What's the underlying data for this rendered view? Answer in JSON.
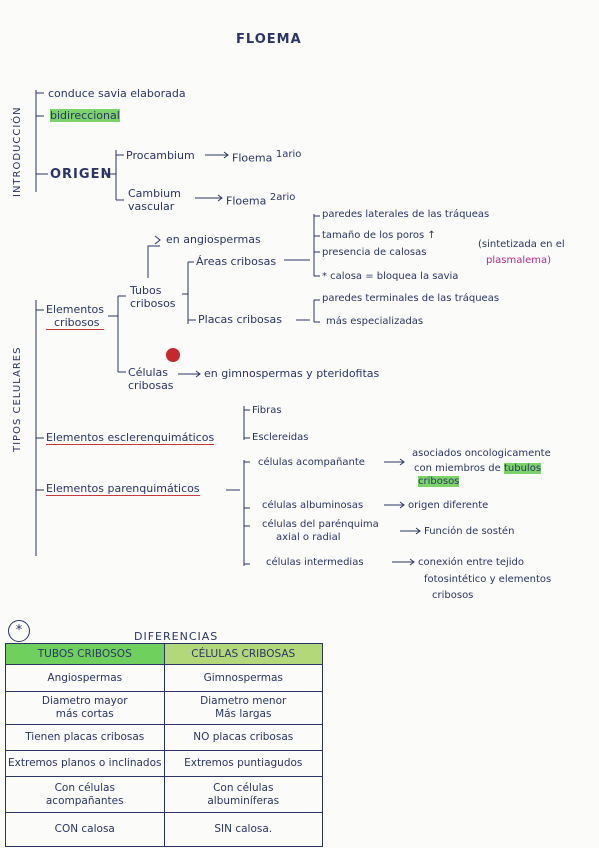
{
  "title": "FLOEMA",
  "side_labels": {
    "intro": "INTRODUCCIÓN",
    "tipos": "TIPOS CELULARES"
  },
  "intro": {
    "conduce": "conduce savia elaborada",
    "bidireccional": "bidireccional",
    "origen": "ORIGEN",
    "procambium": "Procambium",
    "floema1": "Floema",
    "sup1": "1ario",
    "cambium1": "Cambium",
    "cambium2": "vascular",
    "floema2": "Floema",
    "sup2": "2ario"
  },
  "cribosos": {
    "elem1": "Elementos",
    "elem2": "cribosos",
    "tubos1": "Tubos",
    "tubos2": "cribosos",
    "angios": "en angiospermas",
    "areas": "Áreas cribosas",
    "placas": "Placas cribosas",
    "areas_items": [
      "paredes laterales de las tráqueas",
      "tamaño de los poros ↑",
      "presencia de calosas",
      "* calosa = bloquea la savia"
    ],
    "sintetizada1": "(sintetizada en el",
    "sintetizada2": "plasmalema)",
    "placas_items": [
      "paredes terminales de las tráqueas",
      "más especializadas"
    ],
    "celulas1": "Células",
    "celulas2": "cribosas",
    "gimno": "en gimnospermas y pteridofitas"
  },
  "escler": {
    "label": "Elementos esclerenquimáticos",
    "fibras": "Fibras",
    "escler": "Esclereidas"
  },
  "paren": {
    "label": "Elementos parenquimáticos",
    "acomp": "células acompañante",
    "acomp_r1": "asociados oncologicamente",
    "acomp_r2a": "con miembros de",
    "acomp_r2b": "tubulos",
    "acomp_r3": "cribosos",
    "albu": "células albuminosas",
    "albu_r": "origen diferente",
    "axial1": "células del parénquima",
    "axial2": "axial o radial",
    "axial_r": "Función de sostén",
    "inter": "células intermedias",
    "inter_r1": "conexión entre tejido",
    "inter_r2": "fotosintético y elementos",
    "inter_r3": "cribosos"
  },
  "diferencias": {
    "star": "*",
    "title": "DIFERENCIAS",
    "headers": [
      "TUBOS CRIBOSOS",
      "CÉLULAS CRIBOSAS"
    ],
    "sub": [
      "Angiospermas",
      "Gimnospermas"
    ],
    "rows": [
      [
        [
          "Diametro mayor",
          "más cortas"
        ],
        [
          "Diametro menor",
          "Más largas"
        ]
      ],
      [
        [
          "Tienen placas cribosas"
        ],
        [
          "NO placas cribosas"
        ]
      ],
      [
        [
          "Extremos planos o inclinados"
        ],
        [
          "Extremos puntiagudos"
        ]
      ],
      [
        [
          "Con células",
          "acompañantes"
        ],
        [
          "Con células",
          "albuminíferas"
        ]
      ],
      [
        [
          "CON calosa"
        ],
        [
          "SIN calosa."
        ]
      ]
    ]
  }
}
